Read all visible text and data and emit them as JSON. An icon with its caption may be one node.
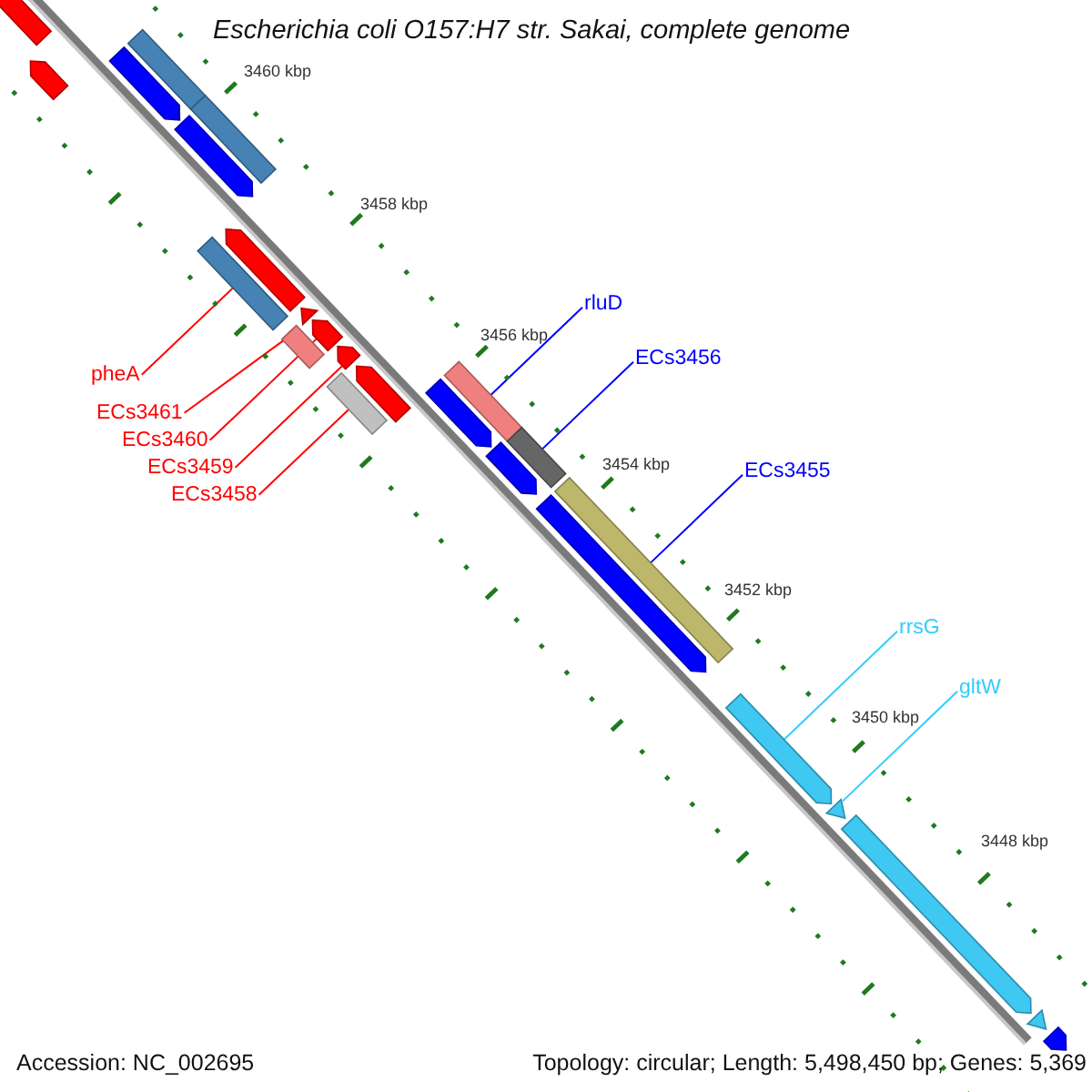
{
  "diagram": {
    "title": "Escherichia coli O157:H7 str. Sakai, complete genome",
    "nodes": [
      {
        "text": [
          "pheA"
        ]
      },
      {
        "text": [
          "ECs3461"
        ]
      },
      {
        "text": [
          "ECs3460"
        ]
      },
      {
        "text": [
          "ECs3459"
        ]
      },
      {
        "text": [
          "ECs3458"
        ]
      },
      {
        "text": [
          "rluD"
        ]
      },
      {
        "text": [
          "ECs3456"
        ]
      },
      {
        "text": [
          "ECs3455"
        ]
      },
      {
        "text": [
          "rrsG"
        ]
      },
      {
        "text": [
          "gltW"
        ]
      },
      {
        "text": [],
        "shape": "arrow"
      },
      {
        "text": [],
        "shape": "arrow"
      },
      {
        "text": [],
        "shape": "bar"
      },
      {
        "text": [],
        "shape": "arrow"
      },
      {
        "text": [],
        "shape": "bar"
      },
      {
        "text": [],
        "shape": "arrow"
      },
      {
        "text": [],
        "shape": "bar"
      },
      {
        "text": [],
        "shape": "arrow"
      },
      {
        "text": [],
        "shape": "triangle"
      },
      {
        "text": [],
        "shape": "bar"
      },
      {
        "text": [],
        "shape": "arrow"
      },
      {
        "text": [],
        "shape": "arrow"
      },
      {
        "text": [],
        "shape": "bar"
      },
      {
        "text": [],
        "shape": "arrow"
      },
      {
        "text": [],
        "shape": "bar"
      },
      {
        "text": [],
        "shape": "arrow"
      },
      {
        "text": [],
        "shape": "arrow"
      },
      {
        "text": [],
        "shape": "bar"
      },
      {
        "text": [],
        "shape": "bar"
      },
      {
        "text": [],
        "shape": "arrow"
      },
      {
        "text": [],
        "shape": "arrow"
      },
      {
        "text": [],
        "shape": "triangle"
      },
      {
        "text": [],
        "shape": "arrow"
      },
      {
        "text": [],
        "shape": "triangle"
      },
      {
        "text": [],
        "shape": "arrow"
      }
    ],
    "edges": [
      {
        "from": 0,
        "to": 16,
        "arrow": "none"
      },
      {
        "from": 1,
        "to": 19,
        "arrow": "none"
      },
      {
        "from": 2,
        "to": 20,
        "arrow": "none"
      },
      {
        "from": 3,
        "to": 21,
        "arrow": "none"
      },
      {
        "from": 4,
        "to": 22,
        "arrow": "none"
      },
      {
        "from": 5,
        "to": 24,
        "arrow": "none",
        "color": "#0000ff"
      },
      {
        "from": 6,
        "to": 27,
        "arrow": "none",
        "color": "#0000ff"
      },
      {
        "from": 7,
        "to": 28,
        "arrow": "none",
        "color": "#0000ff"
      },
      {
        "from": 8,
        "to": 30,
        "arrow": "none",
        "color": "#33ccff"
      },
      {
        "from": 9,
        "to": 31,
        "arrow": "none",
        "color": "#33ccff"
      }
    ],
    "labels": [
      "3460 kbp",
      "3458 kbp",
      "3456 kbp",
      "3454 kbp",
      "3452 kbp",
      "3450 kbp",
      "3448 kbp",
      "Accession: NC_002695",
      "Topology: circular; Length: 5,498,450 bp; Genes: 5,369"
    ]
  }
}
